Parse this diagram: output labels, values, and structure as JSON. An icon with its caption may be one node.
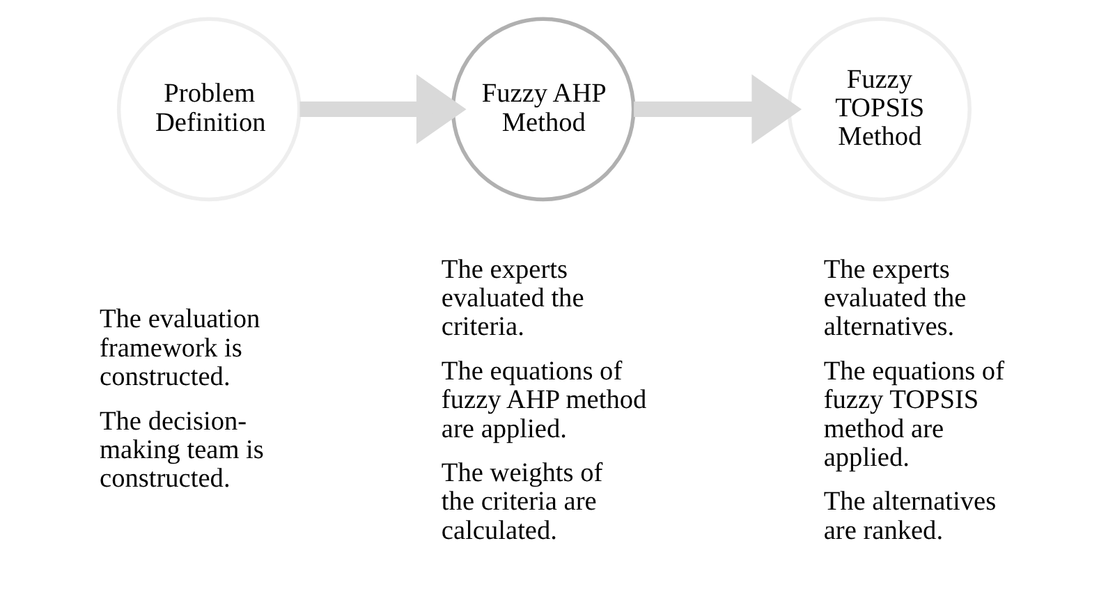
{
  "diagram": {
    "nodes": [
      {
        "text": [
          "Problem Definition"
        ],
        "beside": [
          "The evaluation framework is constructed.",
          "The decision-making team is constructed."
        ]
      },
      {
        "text": [
          "Fuzzy AHP Method"
        ],
        "beside": [
          "The experts evaluated the criteria.",
          "The equations of fuzzy AHP method are applied.",
          "The weights of the criteria are calculated."
        ]
      },
      {
        "text": [
          "Fuzzy TOPSIS Method"
        ],
        "beside": [
          "The experts evaluated the alternatives.",
          "The equations of fuzzy TOPSIS method are applied.",
          "The alternatives are ranked."
        ]
      }
    ],
    "edges": [
      {
        "from": 0,
        "to": 1,
        "arrow": "to"
      },
      {
        "from": 1,
        "to": 2,
        "arrow": "to"
      }
    ]
  }
}
